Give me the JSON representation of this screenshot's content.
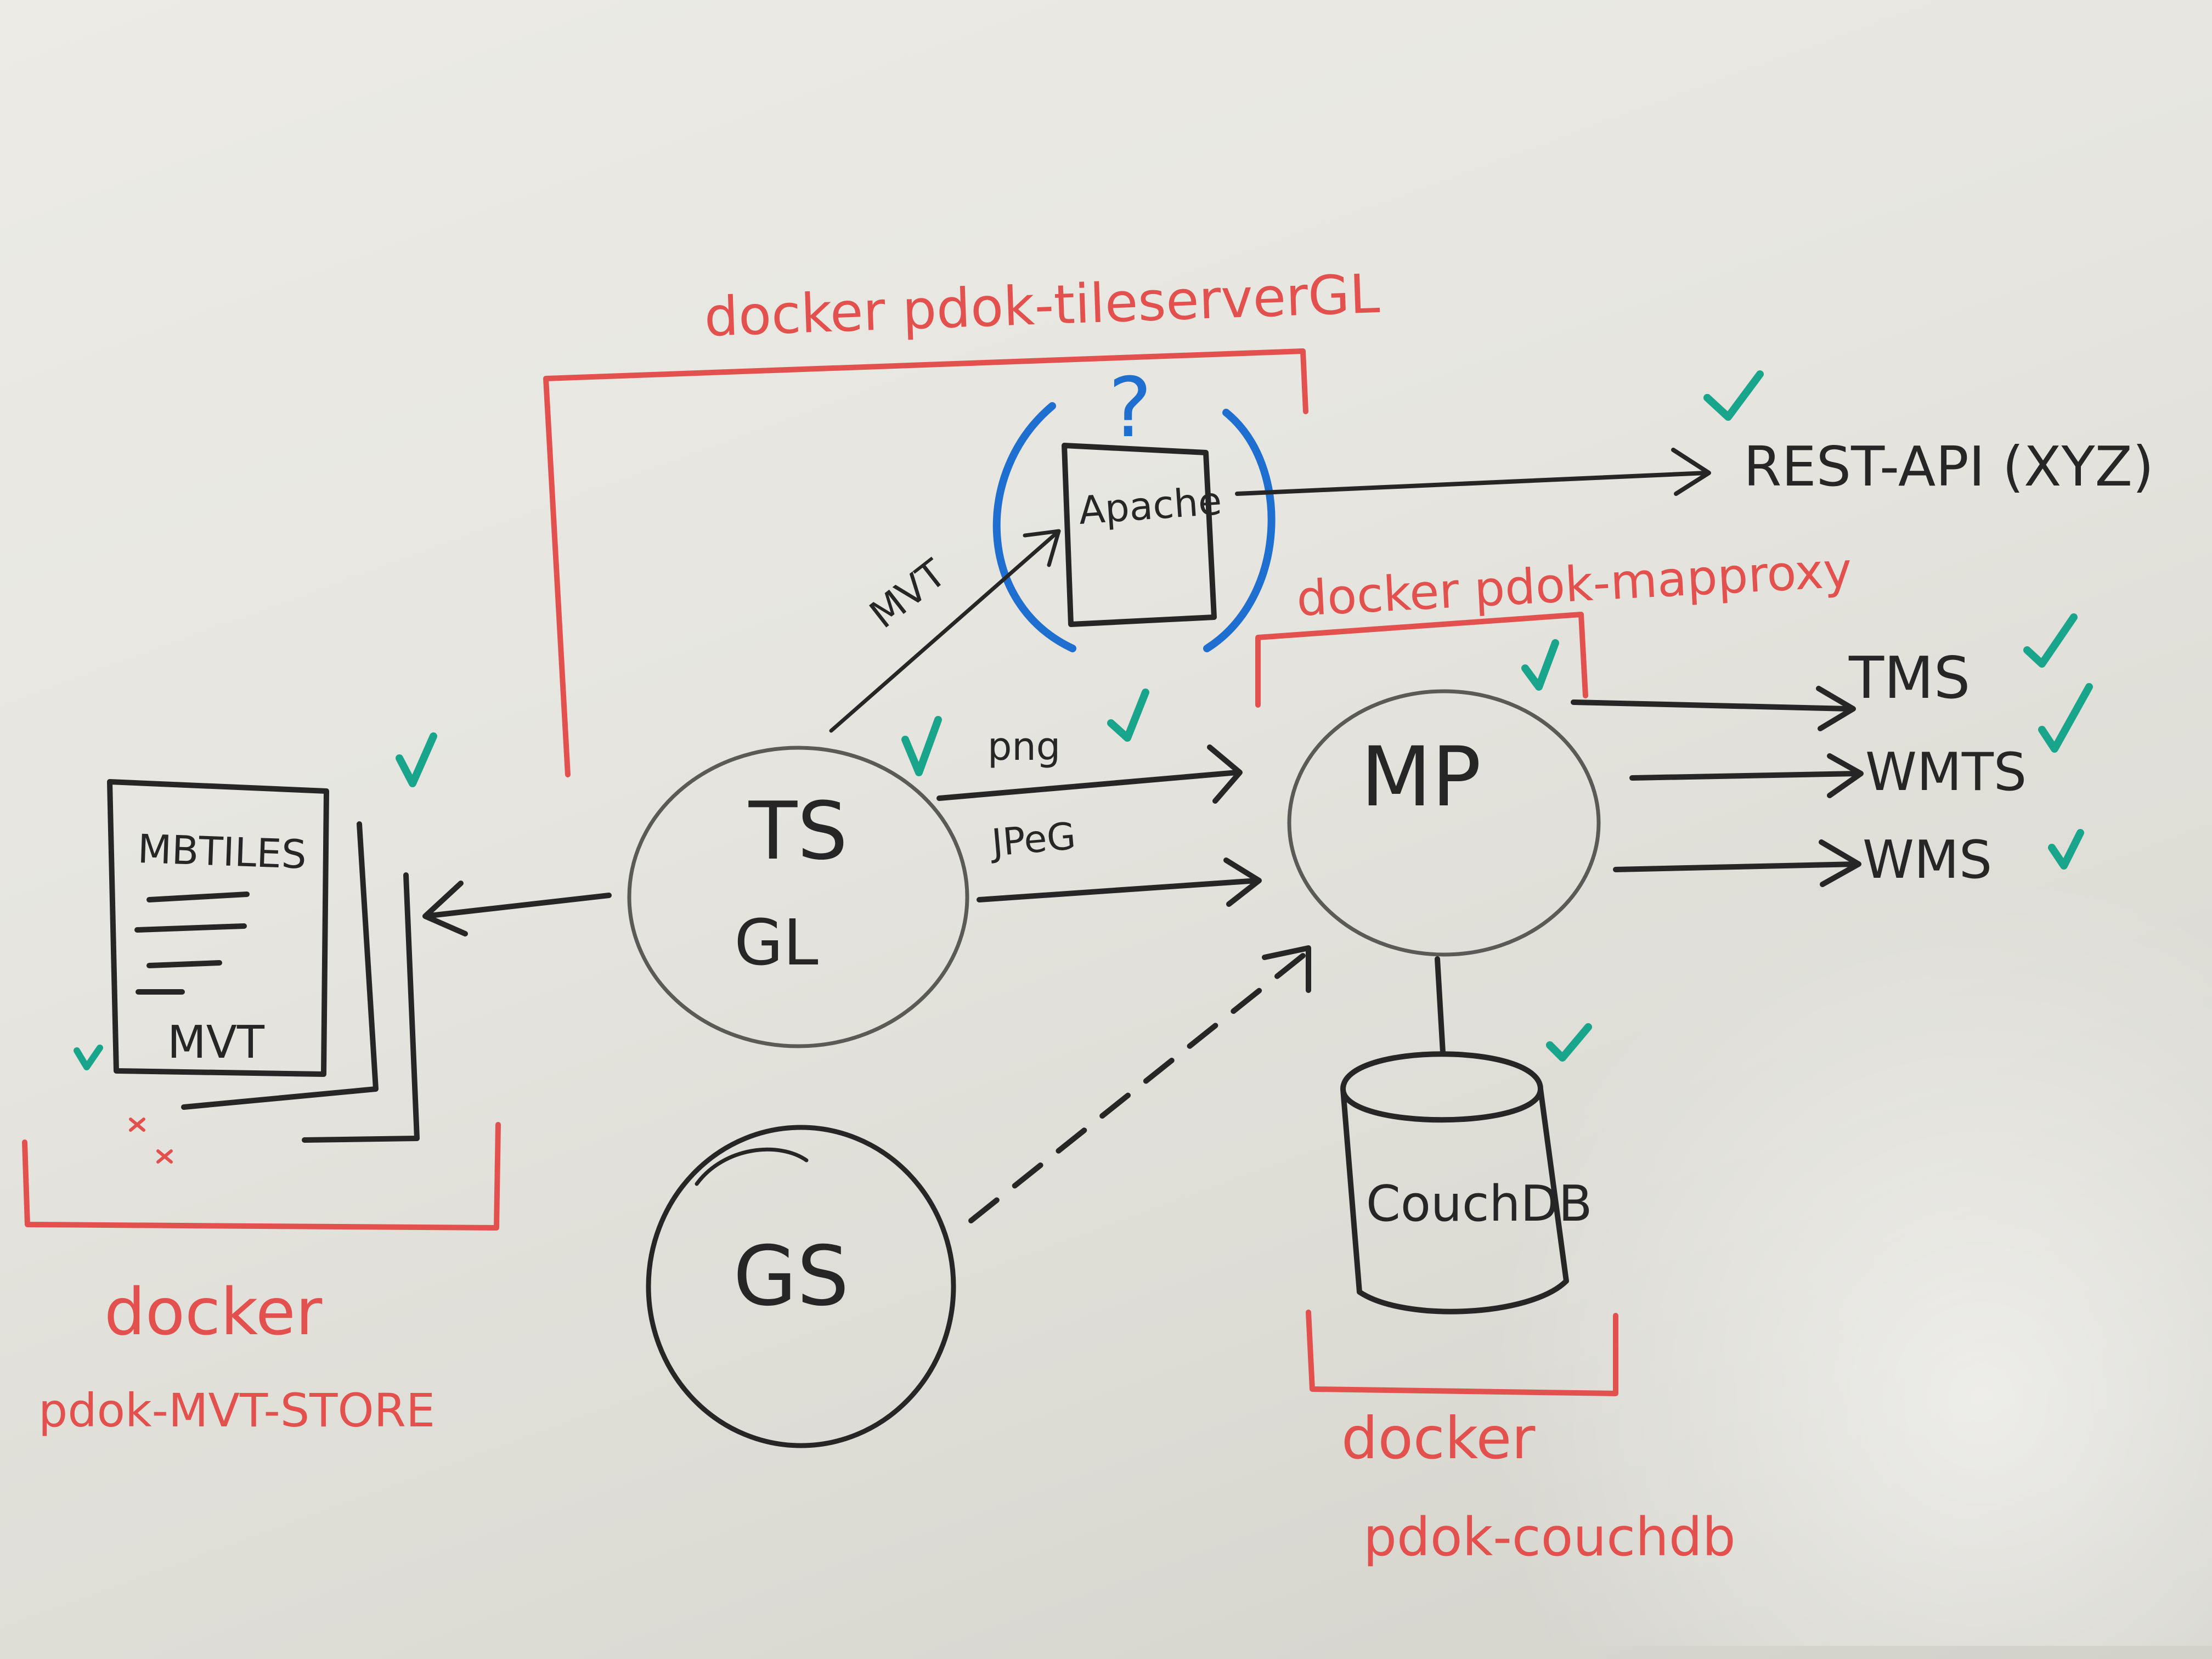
{
  "tiles_store": {
    "title": "MBTILES",
    "content": "MVT",
    "docker_label": "docker",
    "container_name": "pdok-MVT-STORE"
  },
  "tileserver": {
    "line1": "TS",
    "line2": "GL",
    "docker_label": "docker pdok-tileserverGL"
  },
  "apache": {
    "label": "Apache",
    "question": "?"
  },
  "geoserver": {
    "label": "GS"
  },
  "mapproxy": {
    "label": "MP",
    "docker_label": "docker pdok-mapproxy"
  },
  "couchdb": {
    "label": "CouchDB",
    "docker_label": "docker",
    "container_name": "pdok-couchdb"
  },
  "edges": {
    "mvt": "MVT",
    "png": "png",
    "jpeg": "JPeG"
  },
  "outputs": {
    "rest": "REST-API (XYZ)",
    "tms": "TMS",
    "wmts": "WMTS",
    "wms": "WMS"
  },
  "colors": {
    "marker_black": "#262626",
    "marker_red": "#e2514e",
    "marker_blue": "#1e6fd0",
    "marker_green": "#18a58c"
  }
}
